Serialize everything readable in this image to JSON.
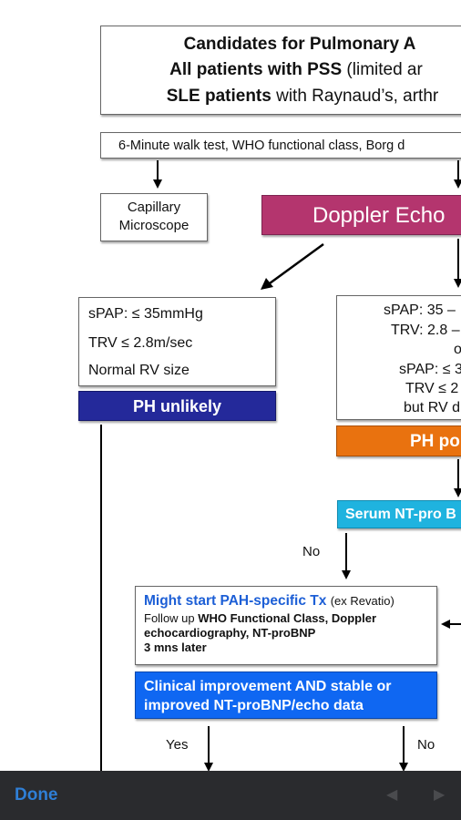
{
  "header": {
    "line1": "Candidates for Pulmonary A",
    "line2_bold": "All patients with PSS",
    "line2_rest": "(limited ar",
    "line3_bold": "SLE patients",
    "line3_rest": "with Raynaud’s, arthr"
  },
  "tests_box": "6-Minute walk test, WHO functional class, Borg d",
  "capillary": {
    "line1": "Capillary",
    "line2": "Microscope"
  },
  "doppler": "Doppler Echo",
  "left_box": {
    "line1": "sPAP: ≤ 35mmHg",
    "line2": "TRV ≤ 2.8m/sec",
    "line3": "Normal RV size"
  },
  "ph_unlikely": "PH unlikely",
  "right_box": {
    "line1": "sPAP: 35 –",
    "line2": "TRV: 2.8 –",
    "line3": "o",
    "line4": "sPAP: ≤ 3",
    "line5": "TRV ≤ 2",
    "line6": "but RV d"
  },
  "ph_possible": "PH po",
  "nt_pro": "Serum NT-pro B",
  "no_label_1": "No",
  "tx_box": {
    "title": "Might start PAH-specific Tx",
    "title_note": "(ex Revatio)",
    "line2_plain": "Follow up",
    "line2_bold": "WHO Functional Class, Doppler",
    "line3": "echocardiography, NT-proBNP",
    "line4": "3 mns later"
  },
  "clinical": {
    "line1": "Clinical improvement AND stable or",
    "line2": "improved NT-proBNP/echo data"
  },
  "yes_label": "Yes",
  "no_label_2": "No",
  "toolbar": {
    "done": "Done",
    "back": "◀",
    "forward": "▶"
  },
  "colors": {
    "doppler": "#b4356e",
    "ph_unlikely": "#24299a",
    "ph_possible": "#e9720f",
    "nt_pro": "#1fb3df",
    "clinical": "#0f67f2",
    "title_blue": "#1d5fd6",
    "done": "#2f7fd6"
  }
}
